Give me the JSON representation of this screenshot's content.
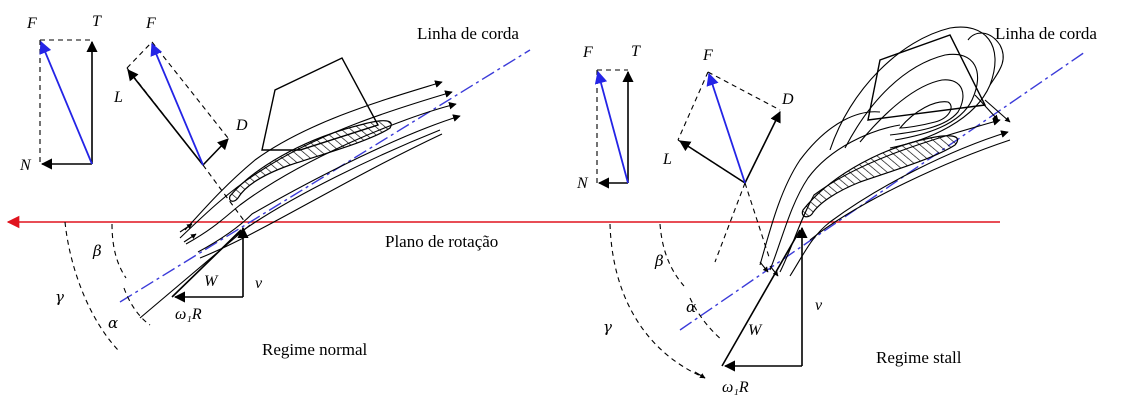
{
  "labels": {
    "chord_line": "Linha de corda",
    "rotation_plane": "Plano de rotação",
    "regime_normal": "Regime normal",
    "regime_stall": "Regime stall"
  },
  "vectors": {
    "F": "F",
    "T": "T",
    "N": "N",
    "L": "L",
    "D": "D",
    "W": "W",
    "v": "v",
    "omega_r": "ω₁R"
  },
  "angles": {
    "alpha": "α",
    "beta": "β",
    "gamma": "γ"
  },
  "colors": {
    "chord_line": "#3b3bd9",
    "resultant_force": "#2424e6",
    "rotation_plane": "#e0141e"
  }
}
